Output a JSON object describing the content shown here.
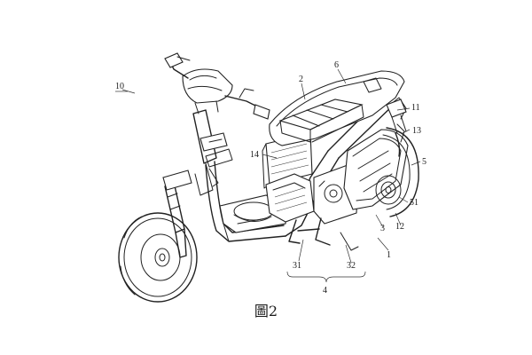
{
  "figure": {
    "caption": "圖2",
    "assembly_ref": "10",
    "part_labels": [
      "1",
      "2",
      "3",
      "4",
      "5",
      "6",
      "11",
      "12",
      "13",
      "14",
      "31",
      "32",
      "51"
    ]
  }
}
